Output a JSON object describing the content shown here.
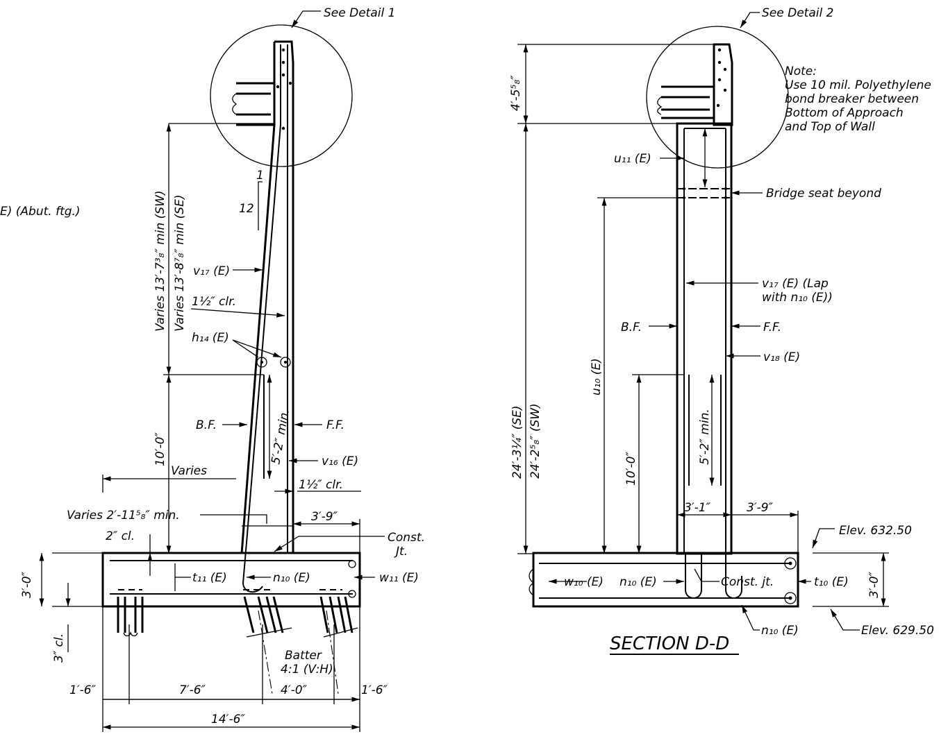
{
  "left": {
    "see_detail": "See Detail 1",
    "abut_ftg": "E) (Abut. ftg.)",
    "slope_rise": "1",
    "slope_run": "12",
    "varies_sw": "Varies 13′-7³₈″ min (SW)",
    "varies_se": "Varies 13′-8⁷₈″ min (SE)",
    "v17": "v₁₇ (E)",
    "clr_upper": "1½″ clr.",
    "h14": "h₁₄ (E)",
    "bf": "B.F.",
    "ff": "F.F.",
    "min_lap": "5′-2″ min.",
    "ten_ft": "10′-0″",
    "v16": "v₁₆ (E)",
    "varies": "Varies",
    "clr_lower": "1½″ clr.",
    "varies_min": "Varies 2′-11⁵₈″ min.",
    "three_nine": "3′-9″",
    "two_cl": "2″ cl.",
    "const_jt_1": "Const.",
    "const_jt_2": "Jt.",
    "three_zero": "3′-0″",
    "t11": "t₁₁ (E)",
    "n10": "n₁₀ (E)",
    "w11": "w₁₁ (E)",
    "three_cl": "3″ cl.",
    "batter_1": "Batter",
    "batter_2": "4:1 (V:H)",
    "dim_a": "1′-6″",
    "dim_b": "7′-6″",
    "dim_c": "4′-0″",
    "dim_d": "1′-6″",
    "dim_total": "14′-6″"
  },
  "right": {
    "see_detail": "See Detail 2",
    "top_dim": "4′-5⁵₈″",
    "note_title": "Note:",
    "note_lines": [
      "Use 10 mil. Polyethylene",
      "bond breaker between",
      "Bottom of Approach",
      "and Top of Wall"
    ],
    "u11": "u₁₁ (E)",
    "bridge_seat": "Bridge seat beyond",
    "h_se": "24′-3¼″ (SE)",
    "h_sw": "24′-2⁵₈″ (SW)",
    "u10": "u₁₀ (E)",
    "v17_1": "v₁₇ (E) (Lap",
    "v17_2": "with n₁₀ (E))",
    "bf": "B.F.",
    "ff": "F.F.",
    "v18": "v₁₈ (E)",
    "min_lap": "5′-2″ min.",
    "ten_ft": "10′-0″",
    "three_one": "3′-1″",
    "three_nine": "3′-9″",
    "elev_top": "Elev. 632.50",
    "w10": "w₁₀ (E)",
    "n10_a": "n₁₀ (E)",
    "const_jt": "Const. jt.",
    "t10": "t₁₀ (E)",
    "three_zero": "3′-0″",
    "n10_b": "n₁₀ (E)",
    "elev_bot": "Elev. 629.50",
    "section_title": "SECTION D-D"
  }
}
